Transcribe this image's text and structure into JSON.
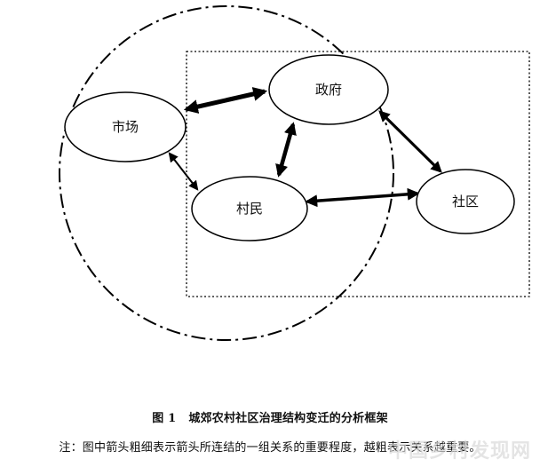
{
  "diagram": {
    "nodes": {
      "market": "市场",
      "government": "政府",
      "villagers": "村民",
      "community": "社区"
    },
    "caption": {
      "figure_number": "图 1",
      "title": "城郊农村社区治理结构变迁的分析框架",
      "note": "注：图中箭头粗细表示箭头所连结的一组关系的重要程度，越粗表示关系越重要。"
    },
    "watermark": "中国乡村发现网"
  }
}
